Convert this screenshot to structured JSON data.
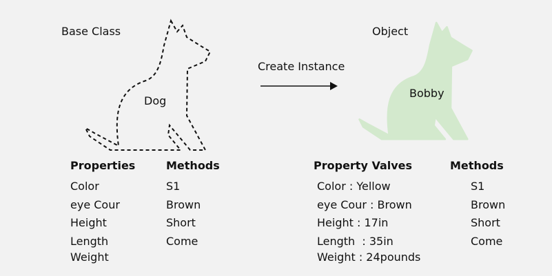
{
  "colors": {
    "instance_fill": "#d3e9cd",
    "outline": "#111111",
    "background": "#f2f2f2"
  },
  "class_side": {
    "heading": "Base Class",
    "class_name": "Dog",
    "properties_header": "Properties",
    "properties": [
      "Color",
      "eye Cour",
      "Height",
      "Length",
      "Weight"
    ],
    "methods_header": "Methods",
    "methods": [
      "S1",
      "Brown",
      "Short",
      "Come"
    ]
  },
  "arrow": {
    "label": "Create Instance"
  },
  "object_side": {
    "heading": "Object",
    "object_name": "Bobby",
    "properties_header": "Property Valves",
    "properties": [
      "Color : Yellow",
      "eye Cour : Brown",
      "Height : 17in",
      "Length  : 35in",
      "Weight : 24pounds"
    ],
    "methods_header": "Methods",
    "methods": [
      "S1",
      "Brown",
      "Short",
      "Come"
    ]
  }
}
